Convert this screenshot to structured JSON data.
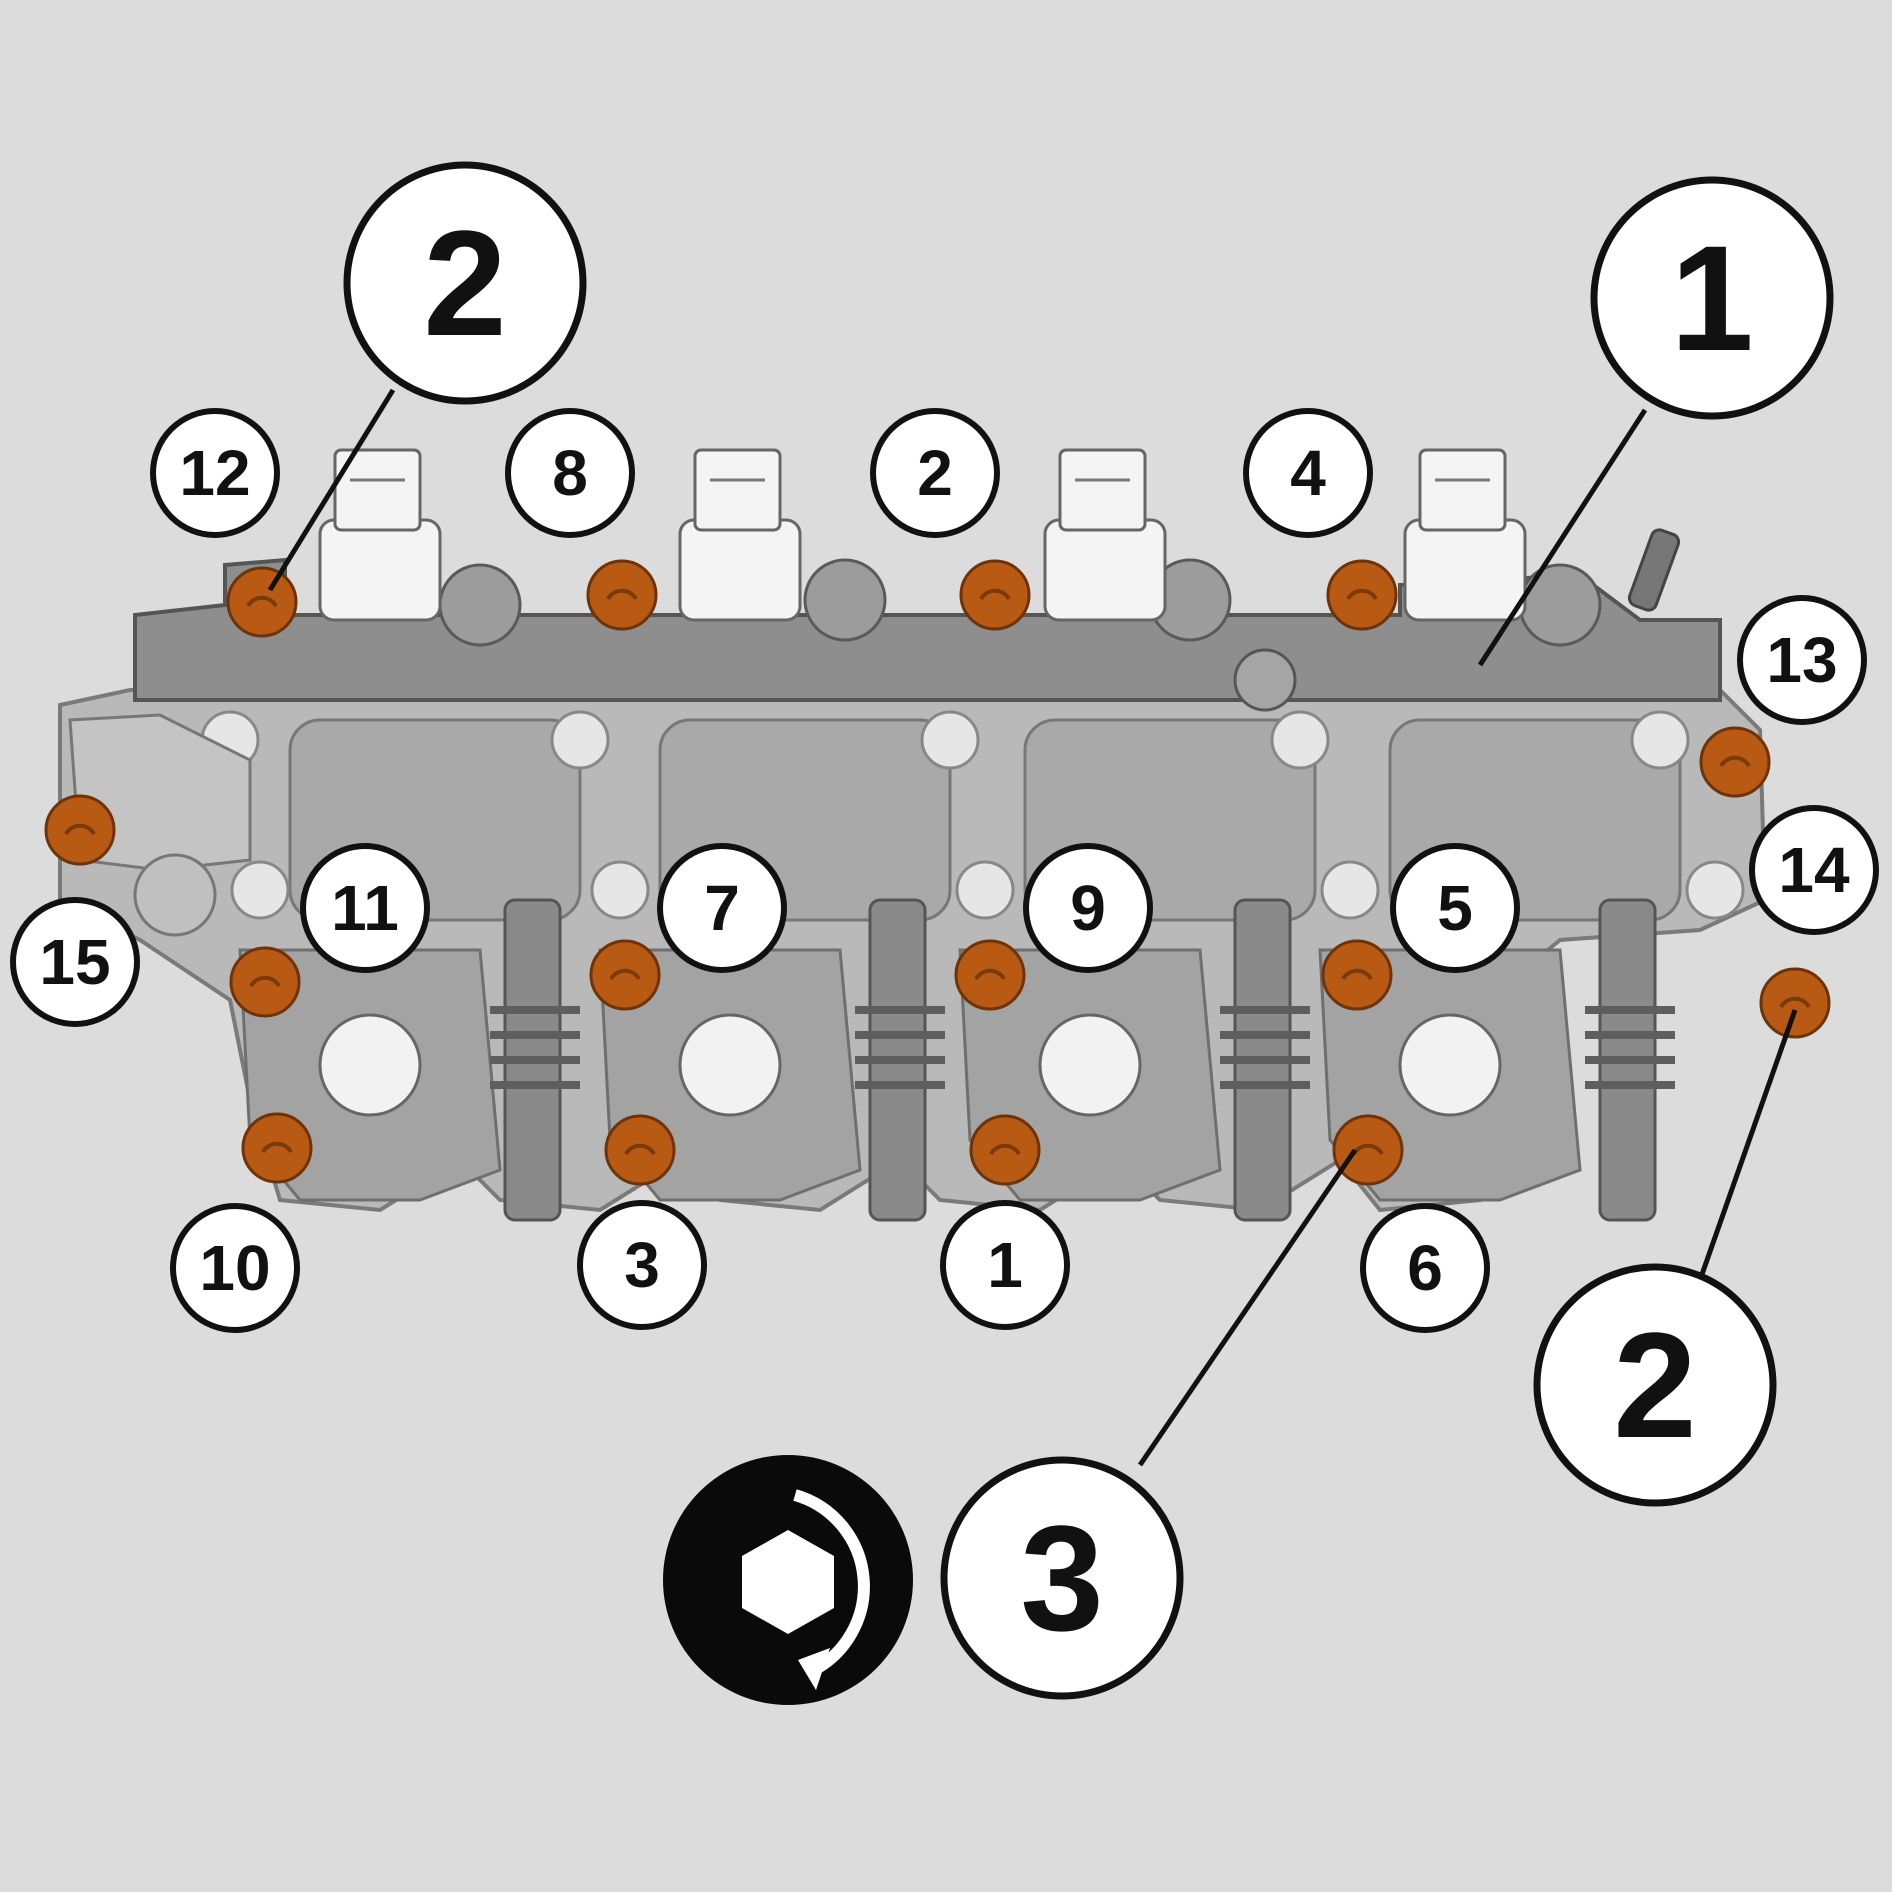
{
  "diagram": {
    "components": [
      {
        "id": "item-1",
        "label": "1"
      },
      {
        "id": "item-2-left",
        "label": "2"
      },
      {
        "id": "item-2-right",
        "label": "2"
      },
      {
        "id": "item-3",
        "label": "3"
      }
    ],
    "bolt_sequence": [
      {
        "id": "seq-1",
        "label": "1"
      },
      {
        "id": "seq-2",
        "label": "2"
      },
      {
        "id": "seq-3",
        "label": "3"
      },
      {
        "id": "seq-4",
        "label": "4"
      },
      {
        "id": "seq-5",
        "label": "5"
      },
      {
        "id": "seq-6",
        "label": "6"
      },
      {
        "id": "seq-7",
        "label": "7"
      },
      {
        "id": "seq-8",
        "label": "8"
      },
      {
        "id": "seq-9",
        "label": "9"
      },
      {
        "id": "seq-10",
        "label": "10"
      },
      {
        "id": "seq-11",
        "label": "11"
      },
      {
        "id": "seq-12",
        "label": "12"
      },
      {
        "id": "seq-13",
        "label": "13"
      },
      {
        "id": "seq-14",
        "label": "14"
      },
      {
        "id": "seq-15",
        "label": "15"
      }
    ],
    "icons": [
      "torque-hex-icon"
    ],
    "colors": {
      "background": "#dcdcdc",
      "casting": "#b4b4b4",
      "rail": "#8c8c8c",
      "bolt": "#b85a14",
      "callout": "#ffffff",
      "ink": "#111111"
    }
  }
}
